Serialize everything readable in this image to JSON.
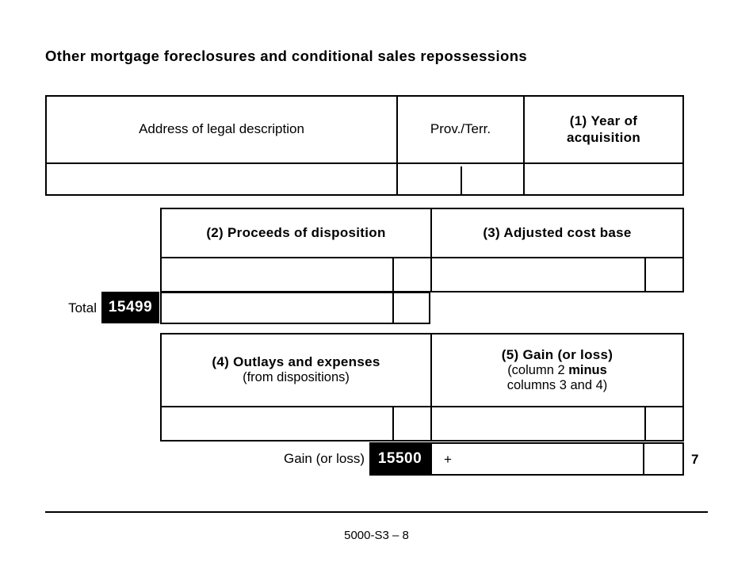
{
  "document": {
    "title": "Other mortgage foreclosures and conditional sales repossessions",
    "form_code": "5000-S3 – 8"
  },
  "table_property": {
    "headers": {
      "address": "Address of legal description",
      "province": "Prov./Terr.",
      "year_of_acquisition_number": "(1)",
      "year_of_acquisition_line1": "Year of",
      "year_of_acquisition_line2": "acquisition"
    },
    "row": {
      "address_value": "",
      "province_value_1": "",
      "province_value_2": "",
      "year_value": ""
    }
  },
  "table_proceeds": {
    "headers": {
      "proceeds": "(2) Proceeds of disposition",
      "adjusted_cost_base": "(3) Adjusted cost base"
    },
    "row": {
      "proceeds_dollars": "",
      "proceeds_cents": "",
      "acb_dollars": "",
      "acb_cents": ""
    },
    "total": {
      "label": "Total",
      "code": "15499",
      "value_dollars": "",
      "value_cents": ""
    }
  },
  "table_gain": {
    "headers": {
      "outlays_title": "(4) Outlays and expenses",
      "outlays_subtitle": "(from dispositions)",
      "gain_title": "(5) Gain (or loss)",
      "gain_sub_prefix": "(column 2 ",
      "gain_sub_bold": "minus",
      "gain_sub_line2": "columns 3 and 4)"
    },
    "row": {
      "outlays_dollars": "",
      "outlays_cents": "",
      "gain_dollars": "",
      "gain_cents": ""
    },
    "result": {
      "label": "Gain (or loss)",
      "code": "15500",
      "sign": "+",
      "value_dollars": "",
      "value_cents": "",
      "line_number": "7"
    }
  }
}
